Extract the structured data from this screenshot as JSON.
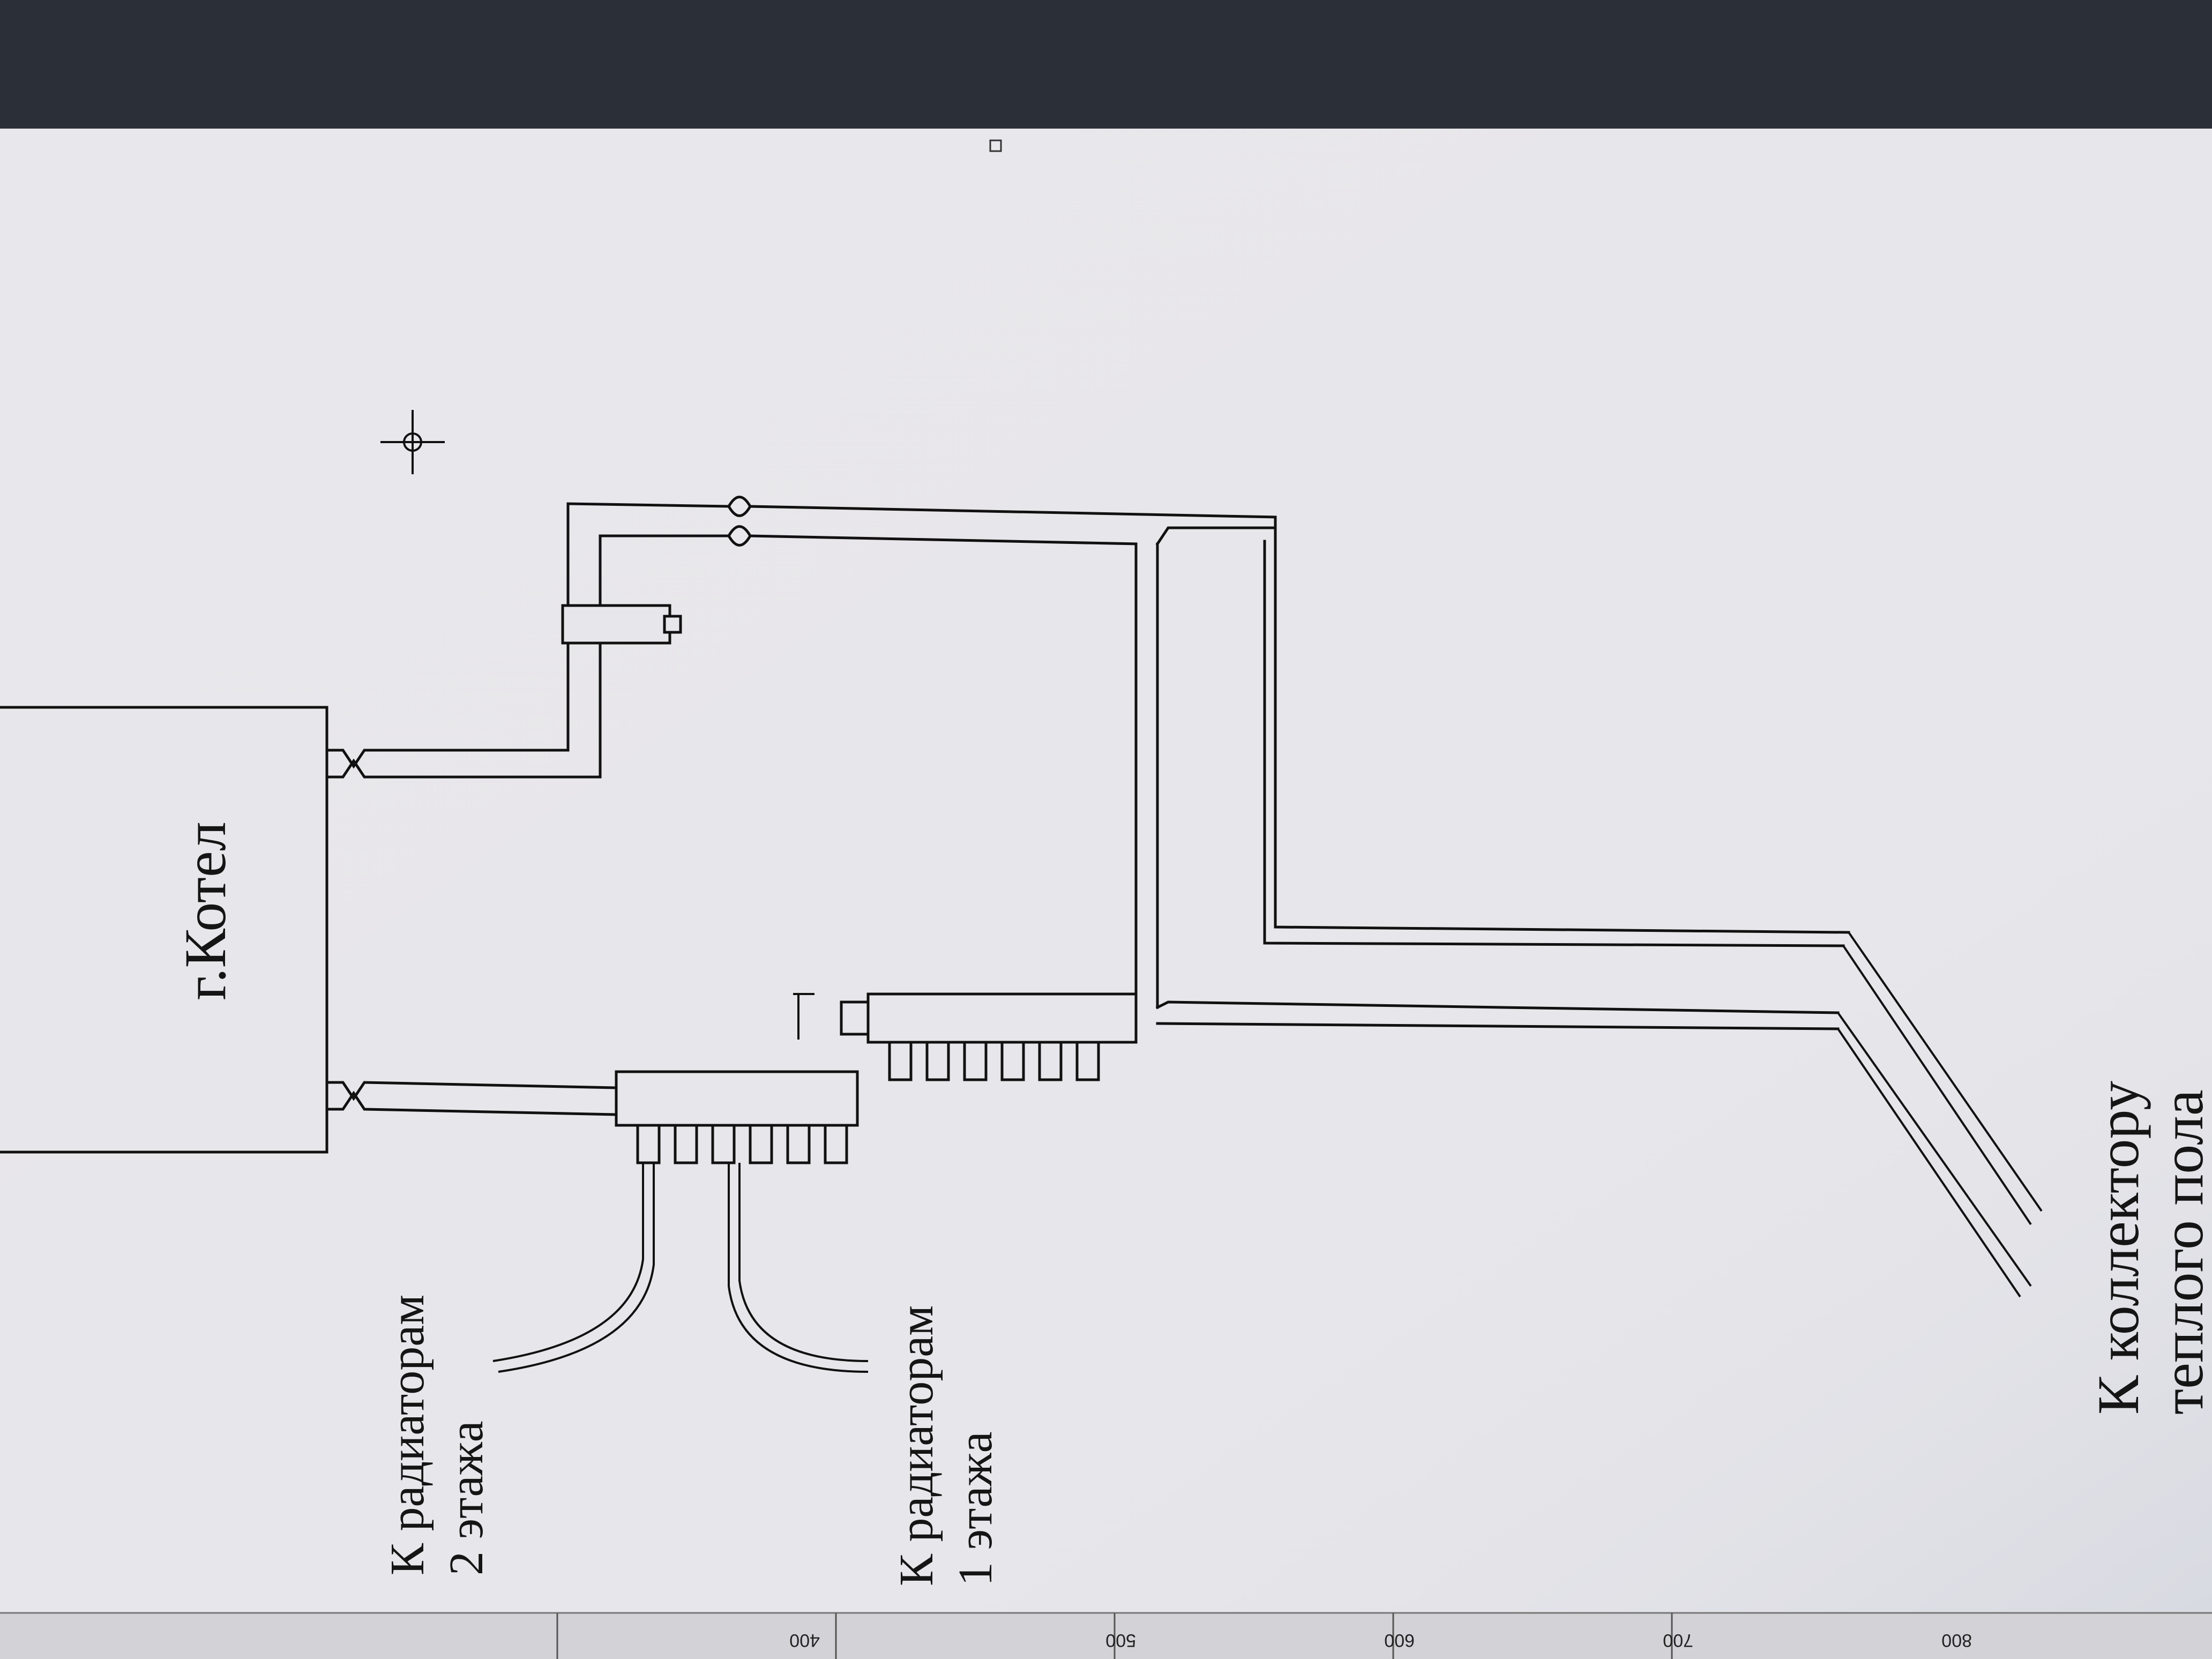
{
  "diagram": {
    "boiler_label": "г.Котел",
    "label_radiators_floor2_line1": "К радиаторам",
    "label_radiators_floor2_line2": "2 этажа",
    "label_radiators_floor1_line1": "К радиаторам",
    "label_radiators_floor1_line2": "1 этажа",
    "label_floor_heating_line1": "К коллектору",
    "label_floor_heating_line2": "теплого пола"
  },
  "ruler": {
    "ticks": [
      "400",
      "500",
      "600",
      "700",
      "800"
    ]
  },
  "colors": {
    "canvas": "#e7e6ea",
    "line": "#111111",
    "bezel": "#2b3038"
  }
}
